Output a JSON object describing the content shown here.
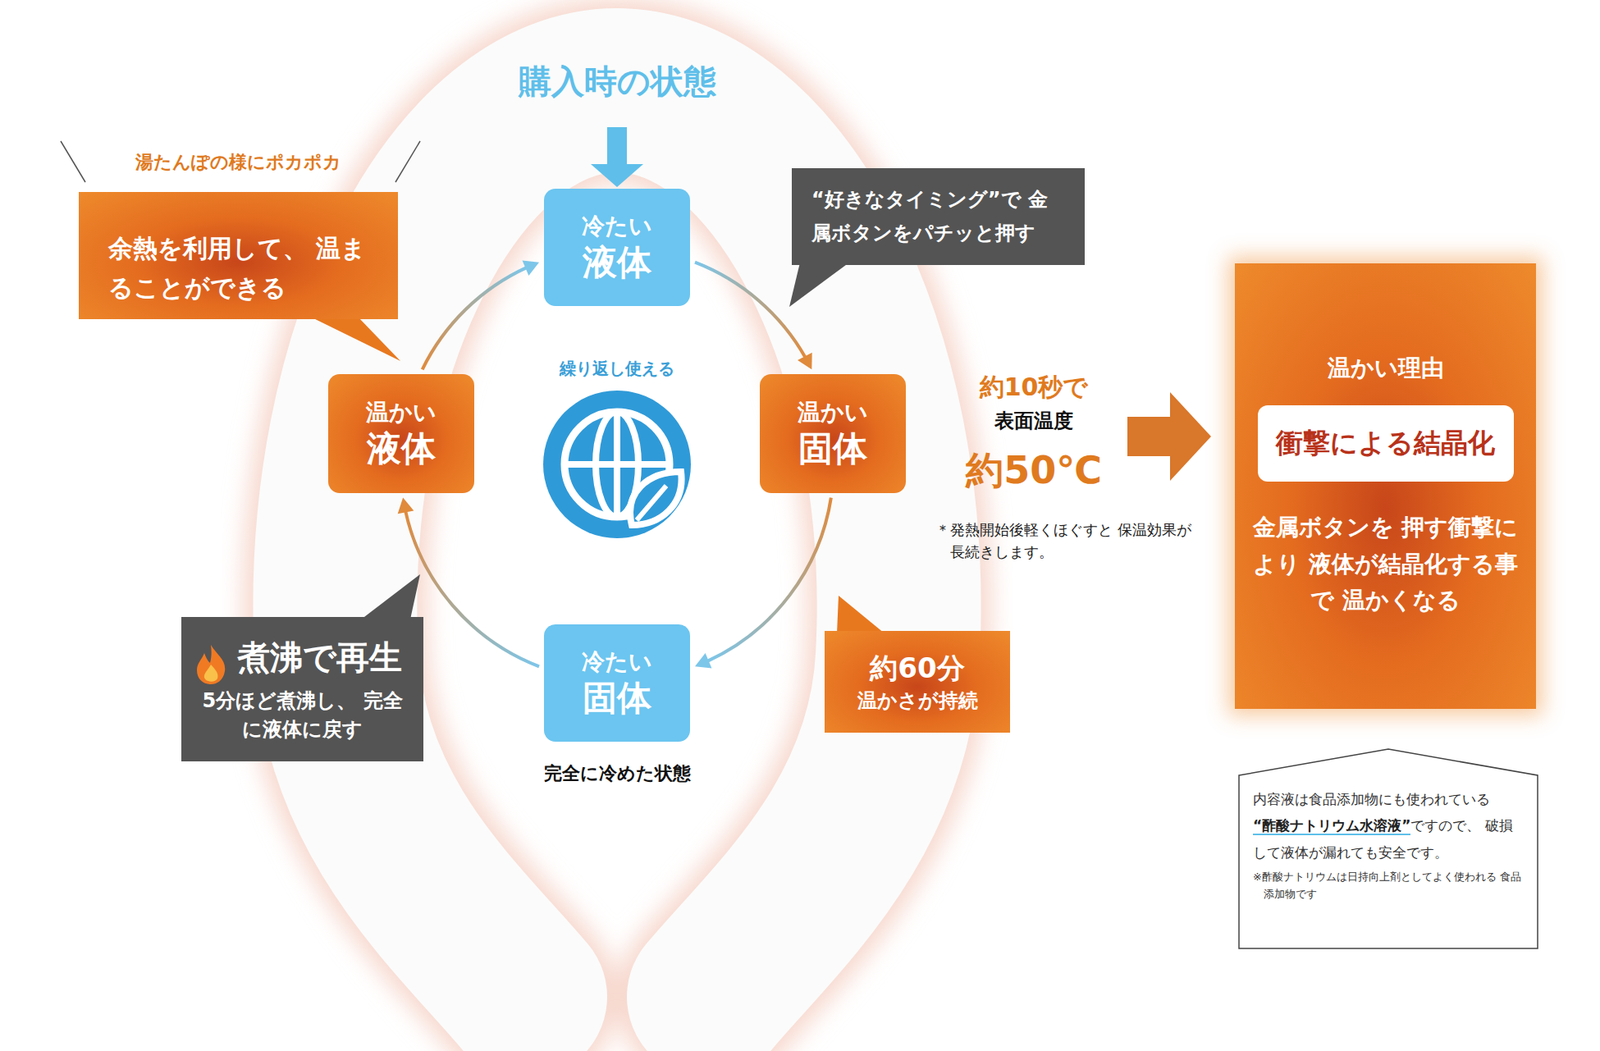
{
  "diagram": {
    "title": "購入時の状態",
    "nodes": [
      {
        "text": [
          "湯たんぽの様にポカポカ",
          "余熱を利用して、 温まることができる"
        ]
      },
      {
        "text": [
          "冷たい",
          "液体"
        ]
      },
      {
        "text": [
          "“好きなタイミング”で 金属ボタンをパチッと押す"
        ]
      },
      {
        "text": [
          "温かい",
          "液体"
        ]
      },
      {
        "text": [
          "温かい",
          "固体"
        ]
      },
      {
        "text": [
          "冷たい",
          "固体"
        ]
      },
      {
        "text": [
          "煮沸で再生",
          "5分ほど煮沸し、 完全に液体に戻す"
        ]
      },
      {
        "text": [
          "約60分",
          "温かさが持続"
        ]
      },
      {
        "text": [
          "温かい理由",
          "金属ボタンを 押す衝撃により 液体が結晶化する事で 温かくなる"
        ]
      },
      {
        "text": [
          "衝撃による結晶化"
        ],
        "in": 8
      },
      {
        "text": [
          "内容液は食品添加物にも使われている",
          "“酢酸ナトリウム水溶液”",
          "ですので、 破損して液体が漏れても安全です。",
          "※酢酸ナトリウムは日持向上剤としてよく使われる 食品添加物です"
        ]
      }
    ],
    "edges": [
      {
        "from": 1,
        "to": 4,
        "arrow": "to"
      },
      {
        "from": 4,
        "to": 5,
        "arrow": "to"
      },
      {
        "from": 5,
        "to": 3,
        "arrow": "to"
      },
      {
        "from": 3,
        "to": 1,
        "arrow": "to"
      }
    ],
    "labels": [
      "繰り返し使える",
      "約10秒で",
      "表面温度",
      "約50℃",
      "＊発熱開始後軽くほぐすと 保温効果が長続きします。",
      "完全に冷めた状態"
    ]
  }
}
